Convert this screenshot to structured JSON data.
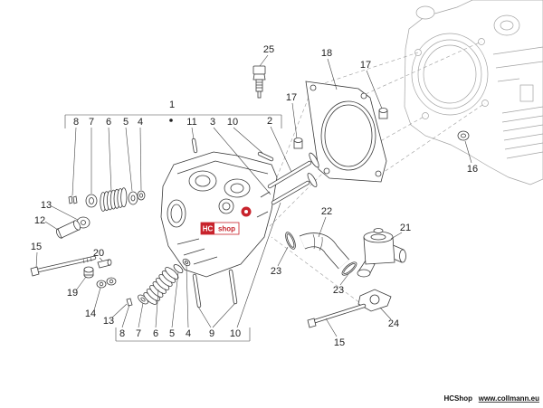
{
  "diagram": {
    "callouts": [
      "25",
      "18",
      "17",
      "1",
      "17",
      "8",
      "7",
      "6",
      "5",
      "4",
      "11",
      "3",
      "10",
      "2",
      "16",
      "13",
      "22",
      "12",
      "21",
      "15",
      "20",
      "23",
      "19",
      "23",
      "14",
      "13",
      "24",
      "8",
      "7",
      "6",
      "5",
      "4",
      "9",
      "10",
      "15"
    ]
  },
  "logo": {
    "text_left": "HC",
    "text_right": "shop"
  },
  "watermark": {
    "brand": "HCShop",
    "url": "www.collmann.eu"
  },
  "colors": {
    "line": "#3a3a3a",
    "engine_line": "#a3a3a3",
    "logo_red": "#c8232c",
    "text": "#222222"
  }
}
